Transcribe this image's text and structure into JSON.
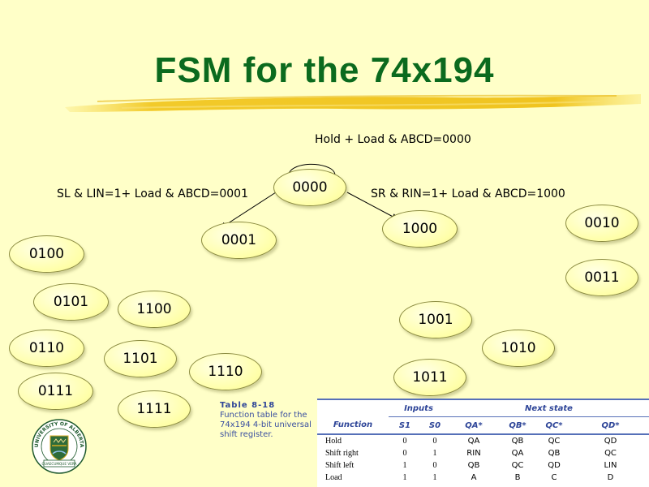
{
  "title": "FSM for the 74x194",
  "states": [
    {
      "id": "0000",
      "label": "0000"
    },
    {
      "id": "0001",
      "label": "0001"
    },
    {
      "id": "1000",
      "label": "1000"
    },
    {
      "id": "0010",
      "label": "0010"
    },
    {
      "id": "0011",
      "label": "0011"
    },
    {
      "id": "0100",
      "label": "0100"
    },
    {
      "id": "0101",
      "label": "0101"
    },
    {
      "id": "0110",
      "label": "0110"
    },
    {
      "id": "0111",
      "label": "0111"
    },
    {
      "id": "1100",
      "label": "1100"
    },
    {
      "id": "1101",
      "label": "1101"
    },
    {
      "id": "1110",
      "label": "1110"
    },
    {
      "id": "1111",
      "label": "1111"
    },
    {
      "id": "1001",
      "label": "1001"
    },
    {
      "id": "1010",
      "label": "1010"
    },
    {
      "id": "1011",
      "label": "1011"
    }
  ],
  "transitions": {
    "hold": "Hold + Load & ABCD=0000",
    "shift_left": "SL & LIN=1+ Load & ABCD=0001",
    "shift_right": "SR & RIN=1+ Load & ABCD=1000"
  },
  "table": {
    "number": "Table 8-18",
    "caption": "Function table for the 74x194 4-bit universal shift register.",
    "group_inputs": "Inputs",
    "group_next": "Next state",
    "headers": [
      "Function",
      "S1",
      "S0",
      "QA*",
      "QB*",
      "QC*",
      "QD*"
    ],
    "rows": [
      [
        "Hold",
        "0",
        "0",
        "QA",
        "QB",
        "QC",
        "QD"
      ],
      [
        "Shift right",
        "0",
        "1",
        "RIN",
        "QA",
        "QB",
        "QC"
      ],
      [
        "Shift left",
        "1",
        "0",
        "QB",
        "QC",
        "QD",
        "LIN"
      ],
      [
        "Load",
        "1",
        "1",
        "A",
        "B",
        "C",
        "D"
      ]
    ]
  },
  "logo": {
    "text": "UNIVERSITY OF ALBERTA",
    "motto": "QUAECUMQUE VERA",
    "icon": "university-crest-icon"
  },
  "colors": {
    "title": "#0B6A1E",
    "background": "#FFFFC8",
    "state_fill": "#FFFFA8",
    "table_accent": "#2E4598"
  }
}
